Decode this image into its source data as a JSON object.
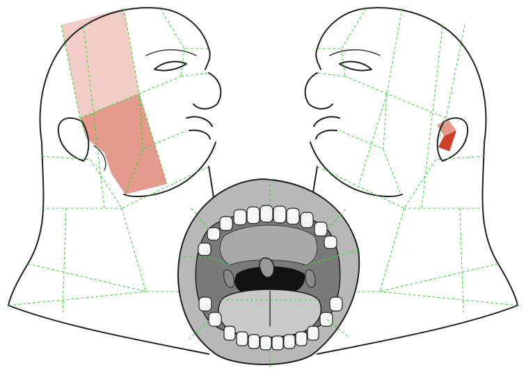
{
  "figure": {
    "colors": {
      "outline": "#1e1e1e",
      "region_grid": "#33dd33",
      "highlight_light": "#f2cdc7",
      "highlight_medium": "#e49a8d",
      "highlight_dark": "#cf3f28",
      "mouth_gray": "#b8b8b8",
      "tongue": "#c9c9c9",
      "teeth": "#f7f7f7"
    },
    "panels": [
      "left-head-profile",
      "right-head-profile",
      "open-mouth"
    ],
    "highlighted_regions": [
      "left-cheek-upper",
      "left-cheek-lower",
      "right-ear-region"
    ]
  }
}
